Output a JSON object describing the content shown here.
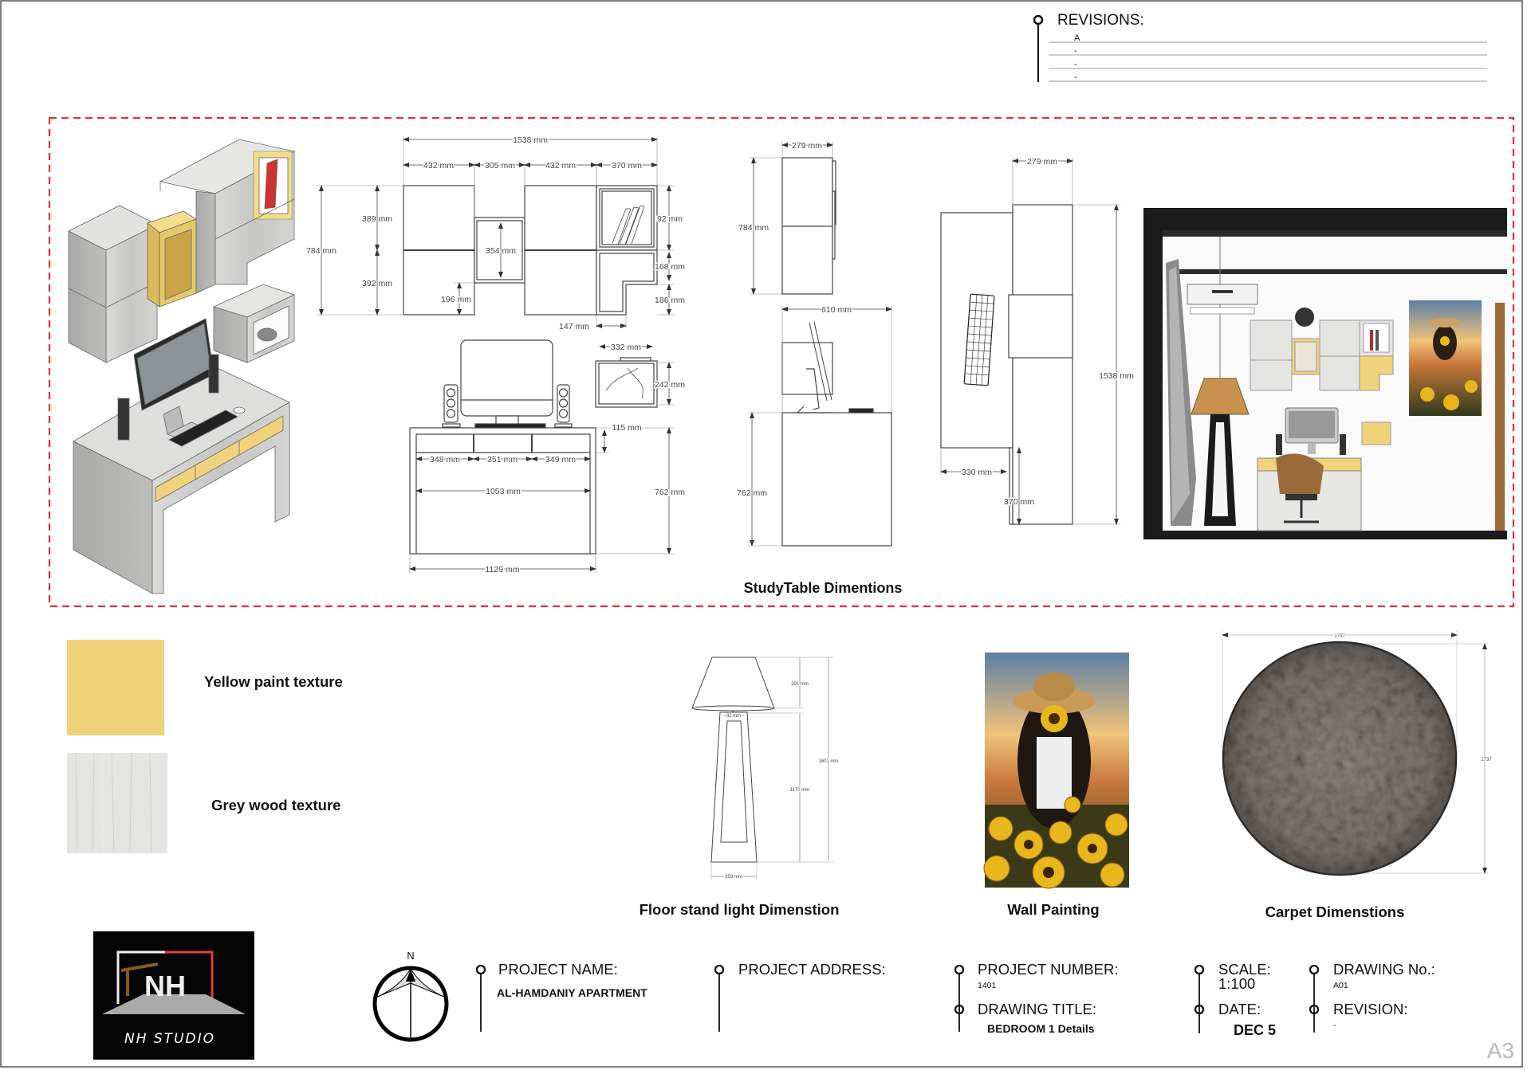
{
  "revisions": {
    "label": "REVISIONS:",
    "entries": [
      "A",
      "-",
      "-",
      "-"
    ]
  },
  "study_table": {
    "title": "StudyTable Dimentions",
    "wall": [
      "1538 mm",
      "432 mm",
      "305 mm",
      "432 mm",
      "370 mm",
      "784 mm",
      "389 mm",
      "392 mm",
      "354 mm",
      "196 mm",
      "92 mm",
      "168 mm",
      "186 mm",
      "147 mm"
    ],
    "desk": [
      "332 mm",
      "242 mm",
      "115 mm",
      "348 mm",
      "351 mm",
      "349 mm",
      "1053 mm",
      "762 mm",
      "1129 mm"
    ],
    "side": [
      "279 mm",
      "784 mm",
      "610 mm",
      "762 mm"
    ],
    "plan": [
      "279 mm",
      "1538 mm",
      "330 mm",
      "370 mm"
    ]
  },
  "materials": [
    {
      "label": "Yellow paint texture",
      "color": "#f0d27a"
    },
    {
      "label": "Grey wood texture",
      "color": "#e4e4e2"
    }
  ],
  "lamp": {
    "label": "Floor stand light Dimenstion",
    "dims": [
      "391 mm",
      "1601 mm",
      "1170 mm",
      "92 mm",
      "359 mm"
    ]
  },
  "painting": {
    "label": "Wall Painting"
  },
  "carpet": {
    "label": "Carpet Dimenstions",
    "dims": [
      "1737",
      "1737"
    ]
  },
  "logo": {
    "text": "NH STUDIO",
    "letters": "NH"
  },
  "compass": {
    "north": "N"
  },
  "title_block": {
    "project_name_label": "PROJECT NAME:",
    "project_name": "AL-HAMDANIY APARTMENT",
    "project_address_label": "PROJECT ADDRESS:",
    "project_number_label": "PROJECT NUMBER:",
    "project_number": "1401",
    "drawing_title_label": "DRAWING TITLE:",
    "drawing_title": "BEDROOM 1 Details",
    "scale_label": "SCALE:",
    "scale": "1:100",
    "date_label": "DATE:",
    "date": "DEC 5",
    "drawing_no_label": "DRAWING No.:",
    "drawing_no": "A01",
    "revision_label": "REVISION:",
    "revision": "-"
  },
  "sheet_size": "A3",
  "colors": {
    "dashed_frame": "#e0303a",
    "yellow": "#f0d27a",
    "wood": "#cfcfcd"
  }
}
